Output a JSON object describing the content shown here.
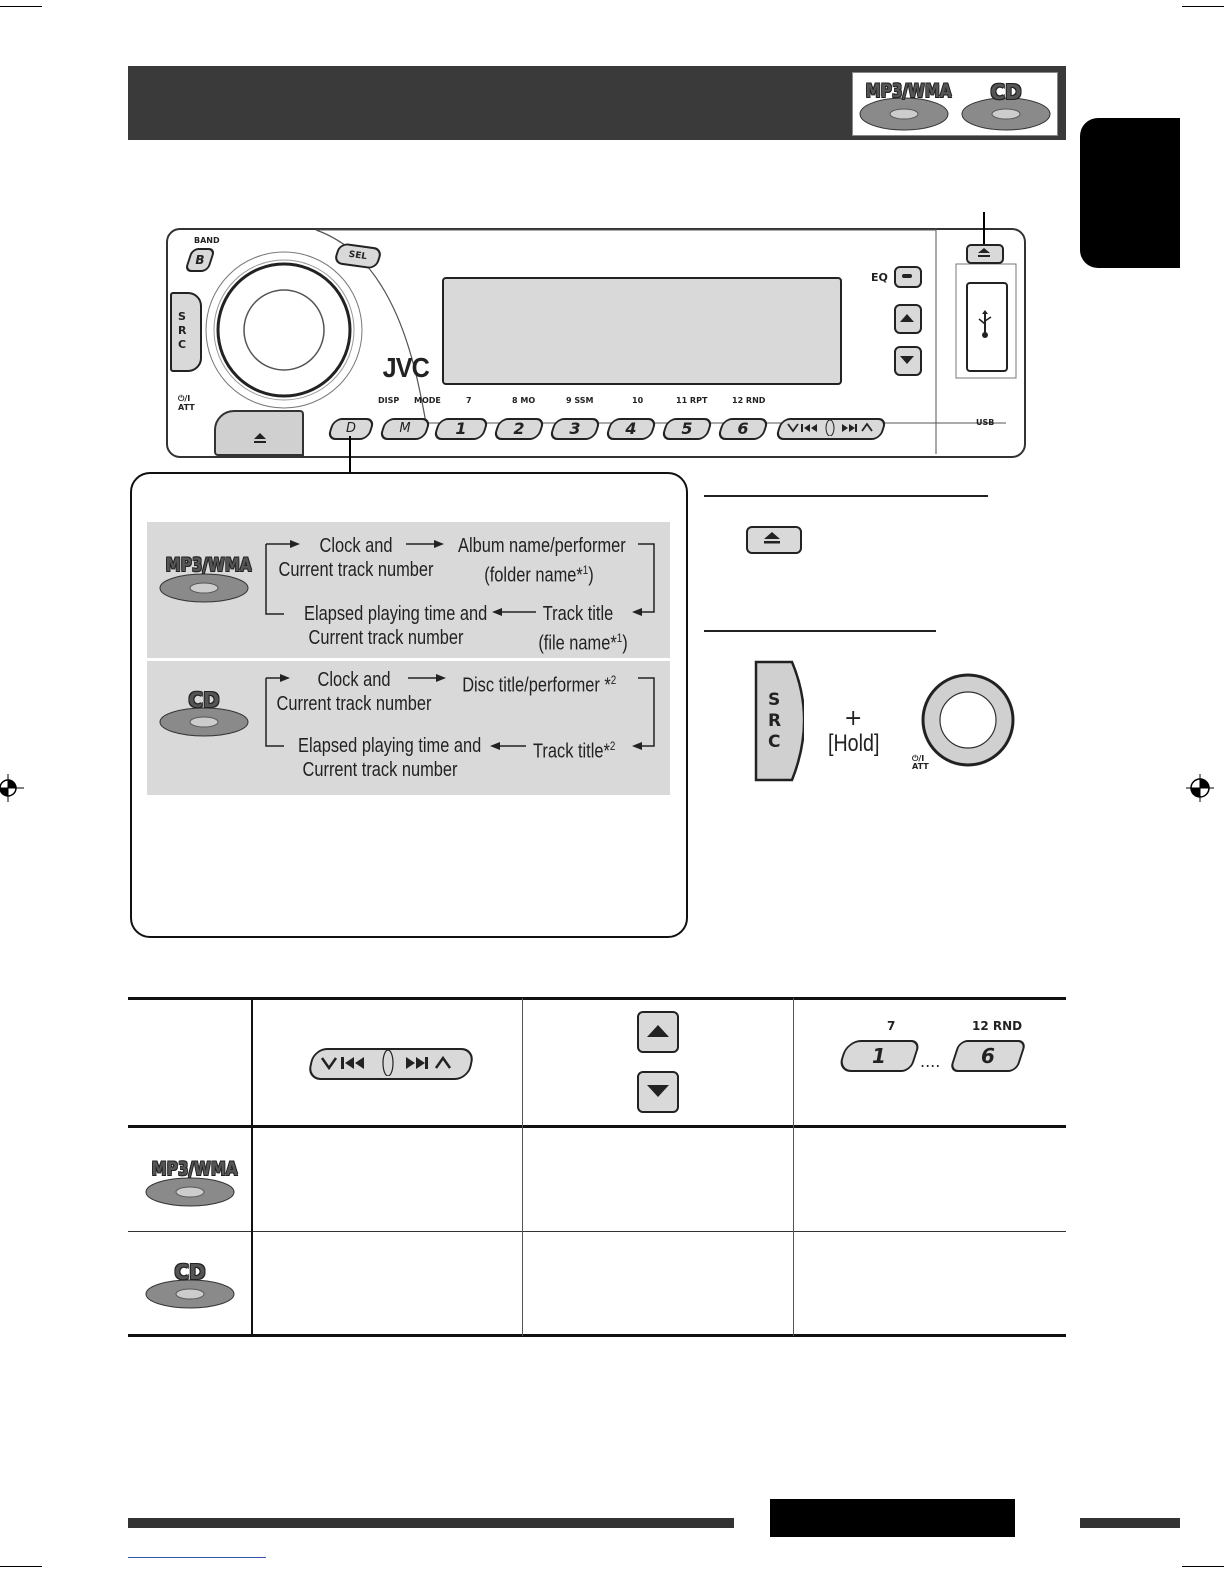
{
  "header_badges": {
    "mp3wma": "MP3/WMA",
    "cd": "CD"
  },
  "panel": {
    "brand": "JVC",
    "band_label": "BAND",
    "band_btn": "B",
    "sel_btn": "SEL",
    "src_letters": [
      "S",
      "R",
      "C"
    ],
    "power_label": "⏻/I",
    "att_label": "ATT",
    "eq_label": "EQ",
    "usb_label": "USB",
    "top_labels": [
      "DISP",
      "MODE",
      "7",
      "8 MO",
      "9 SSM",
      "10",
      "11 RPT",
      "12 RND"
    ],
    "d_btn": "D",
    "m_btn": "M",
    "num_btns": [
      "1",
      "2",
      "3",
      "4",
      "5",
      "6"
    ]
  },
  "flow": {
    "mp3": {
      "badge": "MP3/WMA",
      "a1": "Clock and",
      "a2": "Current track number",
      "b1": "Album name/performer",
      "b2": "(folder name*",
      "b2_sup": "1",
      "b2_end": ")",
      "c1": "Elapsed playing time and",
      "c2": "Current track number",
      "d1": "Track title",
      "d2": "(file name*",
      "d2_sup": "1",
      "d2_end": ")"
    },
    "cd": {
      "badge": "CD",
      "a1": "Clock and",
      "a2": "Current track number",
      "b1": "Disc title/performer *",
      "b1_sup": "2",
      "c1": "Elapsed playing time and",
      "c2": "Current track number",
      "d1": "Track title*",
      "d1_sup": "2"
    }
  },
  "power_off": {
    "plus": "+",
    "hold": "[Hold]",
    "src_letters": [
      "S",
      "R",
      "C"
    ],
    "power_label": "⏻/I",
    "att_label": "ATT"
  },
  "table": {
    "preset_top_left": "7",
    "preset_top_right": "12  RND",
    "preset_left": "1",
    "preset_dots": "....",
    "preset_right": "6",
    "row_badges": [
      "MP3/WMA",
      "CD"
    ]
  }
}
